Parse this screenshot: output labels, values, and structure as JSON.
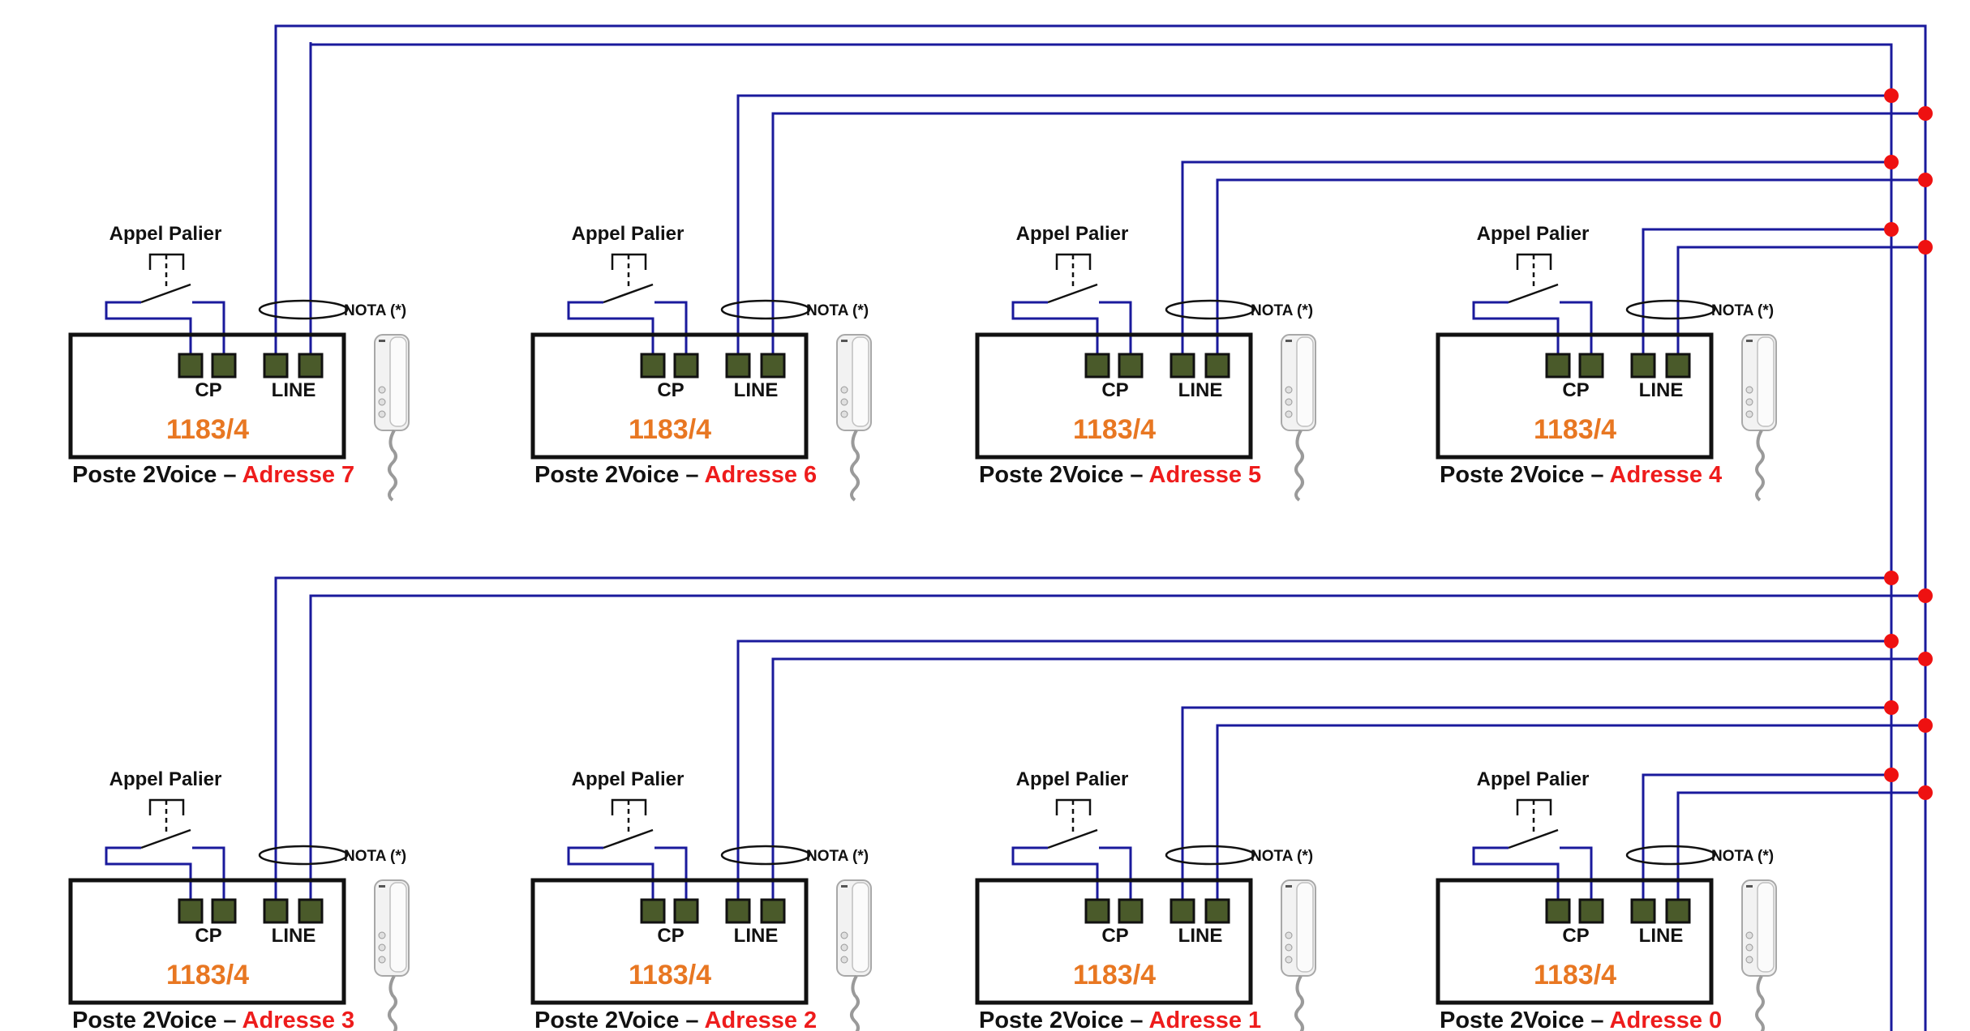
{
  "diagram": {
    "colors": {
      "wire": "#1a1a9c",
      "junction": "#ee1111",
      "box_border": "#111111",
      "terminal_fill": "#4a5a2a",
      "model_text": "#e87722",
      "address_text": "#ee1c1c",
      "label_text": "#111111"
    },
    "labels": {
      "landing_call": "Appel Palier",
      "nota": "NOTA (*)",
      "cp": "CP",
      "line": "LINE",
      "model": "1183/4",
      "poste_prefix": "Poste 2Voice – "
    },
    "stations": [
      {
        "address": "Adresse 7"
      },
      {
        "address": "Adresse 6"
      },
      {
        "address": "Adresse 5"
      },
      {
        "address": "Adresse 4"
      },
      {
        "address": "Adresse 3"
      },
      {
        "address": "Adresse 2"
      },
      {
        "address": "Adresse 1"
      },
      {
        "address": "Adresse 0"
      }
    ],
    "icons": {
      "handset": "intercom-handset-icon",
      "switch": "push-button-switch-icon",
      "ferrite": "ferrite-ring-icon"
    }
  }
}
